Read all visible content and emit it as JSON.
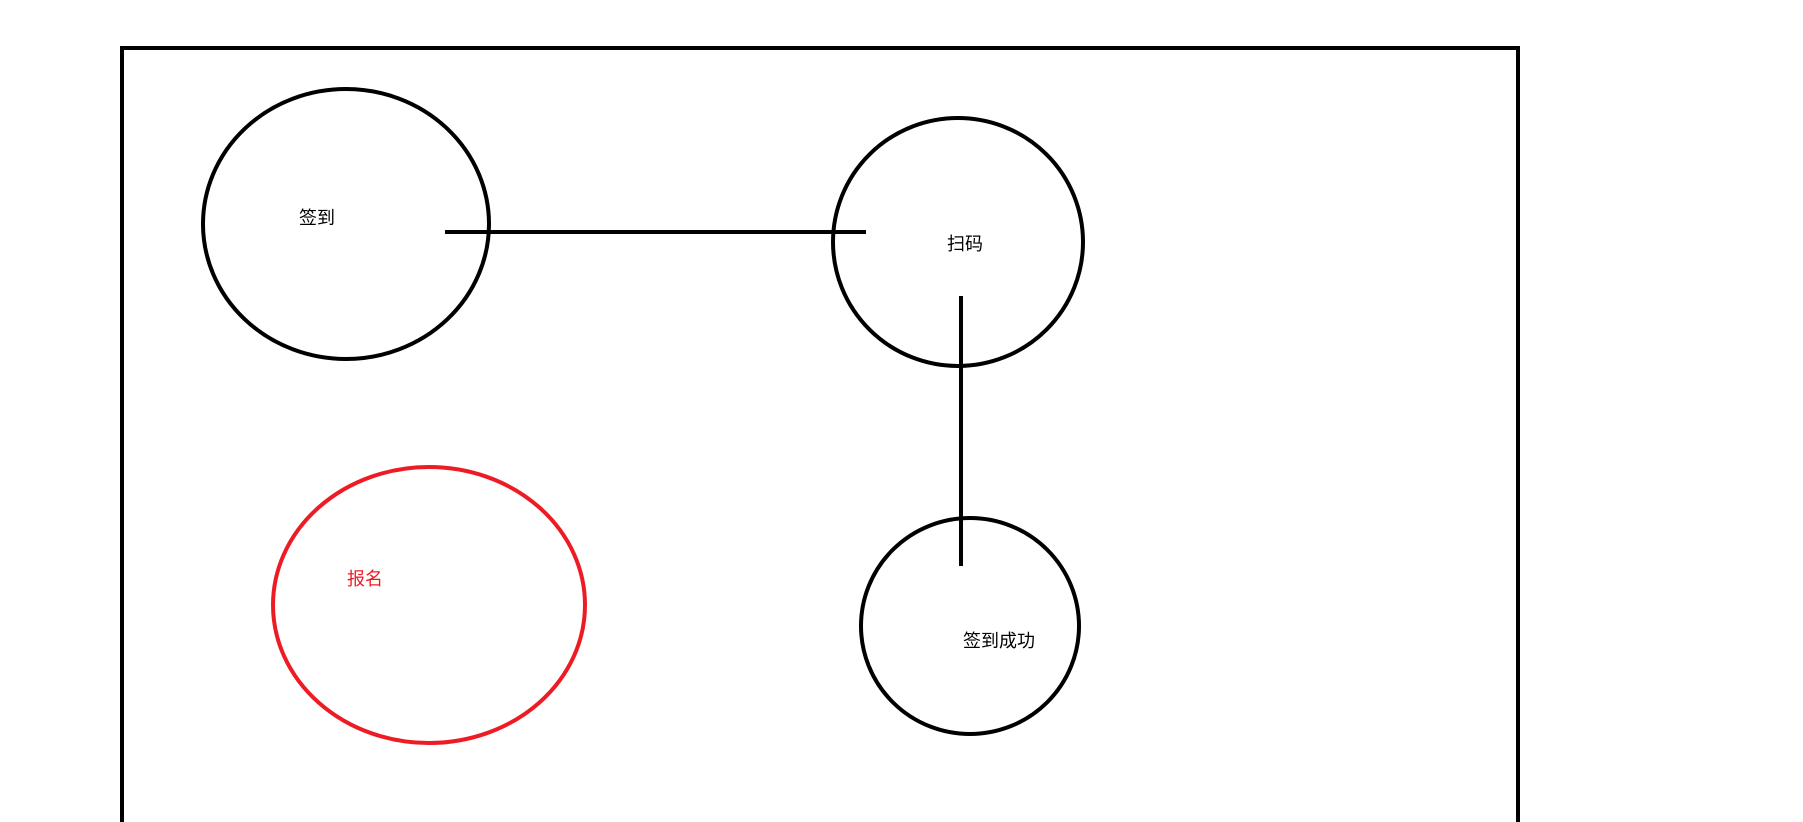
{
  "diagram": {
    "nodes": {
      "checkin": {
        "label": "签到",
        "color": "#000000"
      },
      "scan": {
        "label": "扫码",
        "color": "#000000"
      },
      "success": {
        "label": "签到成功",
        "color": "#000000"
      },
      "register": {
        "label": "报名",
        "color": "#ed1c24"
      }
    },
    "edges": [
      {
        "from": "checkin",
        "to": "scan"
      },
      {
        "from": "scan",
        "to": "success"
      }
    ],
    "colors": {
      "stroke": "#000000",
      "accent": "#ed1c24",
      "background": "#ffffff"
    }
  }
}
